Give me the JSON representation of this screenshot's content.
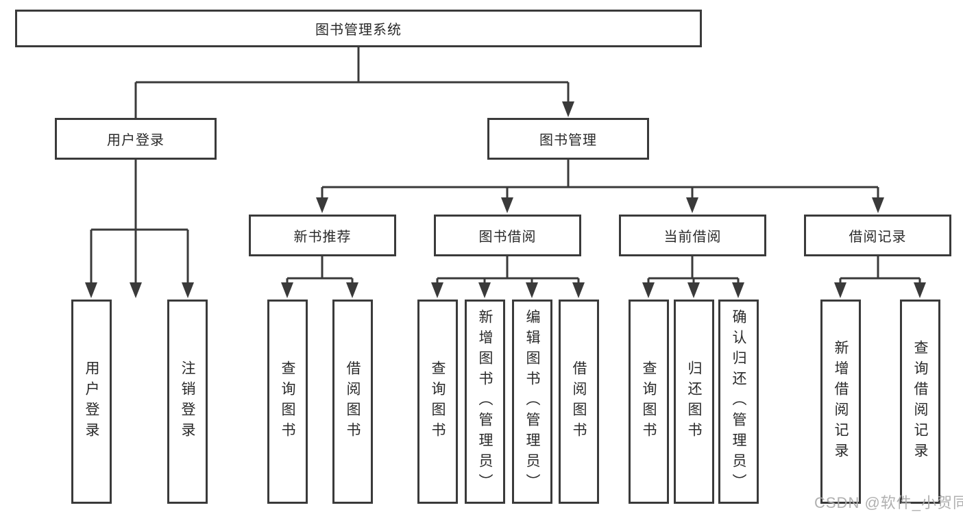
{
  "diagram_title": "图书管理系统",
  "watermark": "CSDN @软件_小贺同学",
  "colors": {
    "line": "#3a3a3a",
    "text": "#2a2a2a",
    "background": "#ffffff",
    "watermark": "#acacac"
  },
  "nodes": {
    "root": "图书管理系统",
    "user_login": "用户登录",
    "book_management": "图书管理",
    "new_book_recommend": "新书推荐",
    "book_borrow": "图书借阅",
    "current_borrow": "当前借阅",
    "borrow_records": "借阅记录",
    "leaf_user_login": "用户登录",
    "leaf_logout": "注销登录",
    "leaf_rec_query_books": "查询图书",
    "leaf_rec_borrow_books": "借阅图书",
    "leaf_bb_query_books": "查询图书",
    "leaf_bb_add_books": "新增图书（管理员）",
    "leaf_bb_edit_books": "编辑图书（管理员）",
    "leaf_bb_borrow_books": "借阅图书",
    "leaf_cb_query_books": "查询图书",
    "leaf_cb_return_books": "归还图书",
    "leaf_cb_confirm_return": "确认归还（管理员）",
    "leaf_br_add_record": "新增借阅记录",
    "leaf_br_query_record": "查询借阅记录"
  }
}
